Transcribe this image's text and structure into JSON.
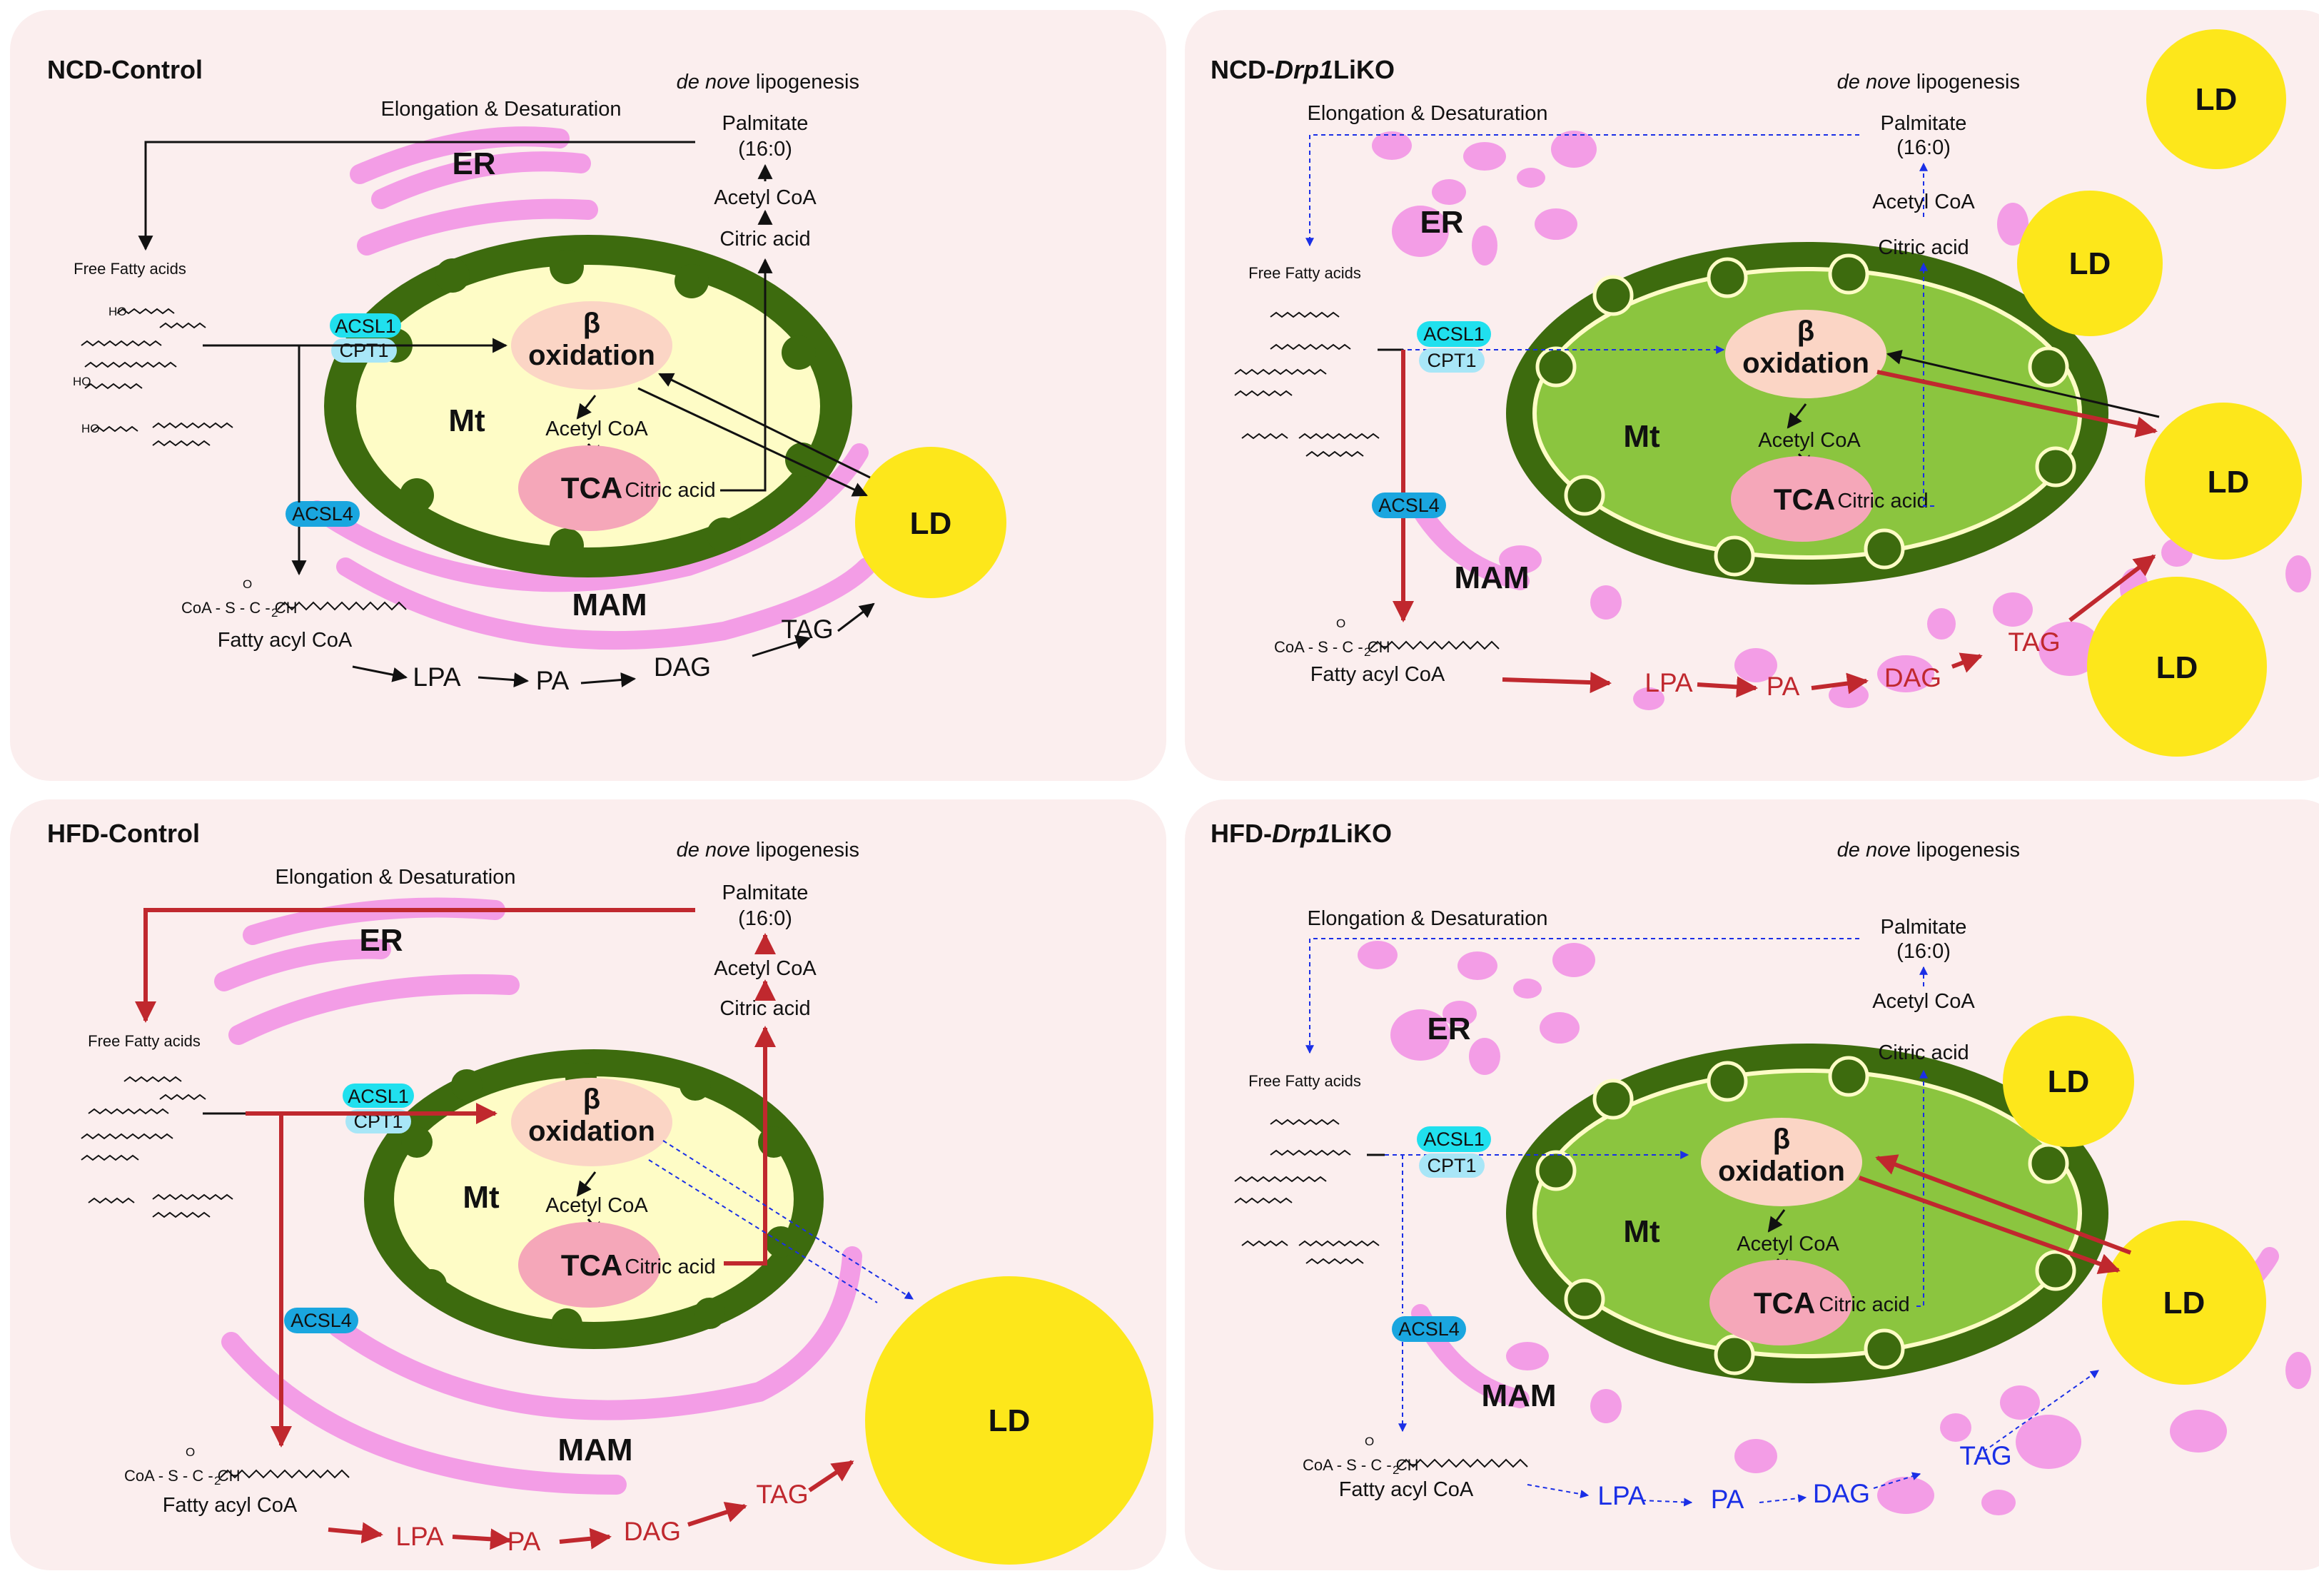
{
  "colors": {
    "panel_bg": "#fbeeee",
    "er_mam": "#f39de6",
    "mito_outer": "#3d6b0e",
    "mito_inner_control": "#fefcc6",
    "mito_inner_ko": "#8bc53f",
    "beta_oxidation": "#fbd5c5",
    "tca": "#f5a7b9",
    "lipid_droplet": "#fde71b",
    "acsl1": "#20e0ee",
    "cpt1": "#a8e6f7",
    "acsl4": "#1aa6df",
    "arrow_normal": "#111111",
    "arrow_up": "#c0282e",
    "arrow_down": "#1a2fe6"
  },
  "labels": {
    "dnl_prefix": "de nove",
    "dnl_suffix": " lipogenesis",
    "elongation": "Elongation & Desaturation",
    "palmitate": "Palmitate",
    "palmitate_chain": "(16:0)",
    "acetyl_coa": "Acetyl CoA",
    "citric_acid": "Citric acid",
    "free_fatty_acids": "Free Fatty acids",
    "acsl1": "ACSL1",
    "cpt1": "CPT1",
    "acsl4": "ACSL4",
    "beta": "β",
    "oxidation": "oxidation",
    "mt": "Mt",
    "tca": "TCA",
    "er": "ER",
    "mam": "MAM",
    "ld": "LD",
    "fatty_acyl_coa": "Fatty acyl CoA",
    "coa_formula": "CoA - S - C - CH",
    "coa_sub": "2",
    "carbonyl_o": "O",
    "ho": "HO",
    "lpa": "LPA",
    "pa": "PA",
    "dag": "DAG",
    "tag": "TAG"
  },
  "panels": [
    {
      "id": "ncd-control",
      "title_prefix": "NCD-",
      "title_gene": "",
      "title_suffix": "Control",
      "condition": "control-normal"
    },
    {
      "id": "ncd-drp1liko",
      "title_prefix": "NCD-",
      "title_gene": "Drp1",
      "title_suffix": "LiKO",
      "condition": "knockout-normal"
    },
    {
      "id": "hfd-control",
      "title_prefix": "HFD-",
      "title_gene": "",
      "title_suffix": "Control",
      "condition": "control-high-fat"
    },
    {
      "id": "hfd-drp1liko",
      "title_prefix": "HFD-",
      "title_gene": "Drp1",
      "title_suffix": "LiKO",
      "condition": "knockout-high-fat"
    }
  ]
}
